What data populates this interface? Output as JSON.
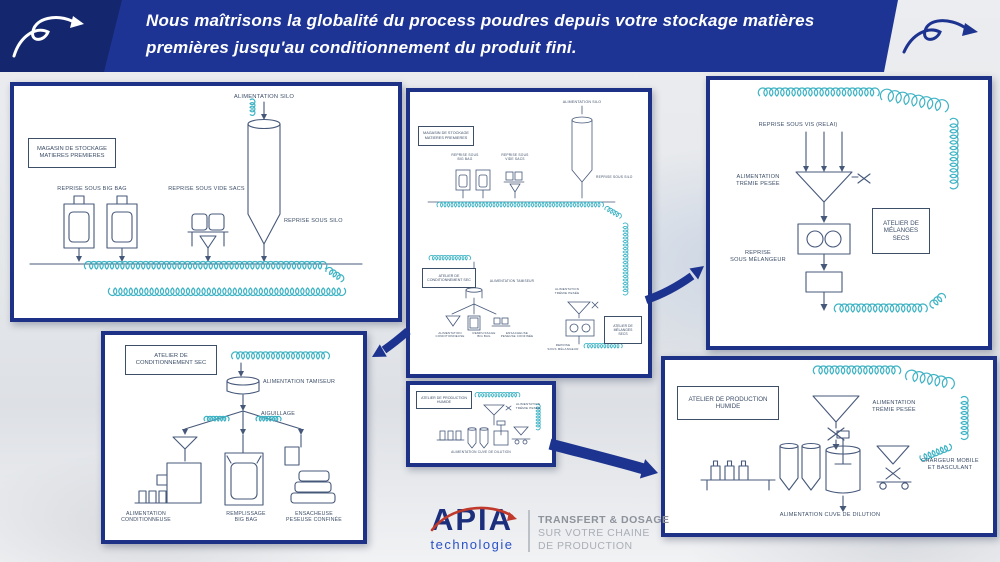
{
  "header": {
    "line1": "Nous maîtrisons la globalité du process poudres depuis votre stockage matières",
    "line2": "premières jusqu'au conditionnement du produit fini."
  },
  "panels": {
    "storage": {
      "title": "MAGASIN DE STOCKAGE\nMATIERES PREMIERES",
      "alimentation_silo": "ALIMENTATION SILO",
      "reprise_big_bag": "REPRISE SOUS BIG BAG",
      "reprise_vide_sacs": "REPRISE SOUS VIDE SACS",
      "reprise_silo": "REPRISE SOUS SILO"
    },
    "overview": {
      "storage_title": "MAGASIN DE STOCKAGE\nMATIERES PREMIERES",
      "alimentation_silo": "ALIMENTATION SILO",
      "reprise_big_bag": "REPRISE SOUS\nBIG BAG",
      "reprise_vide_sacs": "REPRISE SOUS\nVIDE SACS",
      "reprise_silo": "REPRISE SOUS SILO",
      "atelier_conditionnement": "ATELIER DE\nCONDITIONNEMENT SEC",
      "alimentation_tamiseur": "ALIMENTATION TAMISEUR",
      "alimentation_conditionneuse": "ALIMENTATION\nCONDITIONNEUSE",
      "remplissage_big_bag": "REMPLISSAGE\nBIG BAG",
      "ensacheuse": "ENSACHEUSE\nPESEUSE CONFINÉE",
      "alimentation_tremie": "ALIMENTATION\nTRÉMIE PESÉE",
      "atelier_melanges": "ATELIER DE\nMÉLANGES\nSECS",
      "reprise_melangeur": "REPRISE\nSOUS MÉLANGEUR"
    },
    "melanges": {
      "reprise_vis": "REPRISE SOUS VIS (RELAI)",
      "alimentation_tremie": "ALIMENTATION\nTRÉMIE PESÉE",
      "title": "ATELIER DE\nMÉLANGES\nSECS",
      "reprise_melangeur": "REPRISE\nSOUS MÉLANGEUR"
    },
    "conditionnement": {
      "title": "ATELIER DE\nCONDITIONNEMENT SEC",
      "alimentation_tamiseur": "ALIMENTATION TAMISEUR",
      "aiguillage": "AIGUILLAGE",
      "alimentation_conditionneuse": "ALIMENTATION\nCONDITIONNEUSE",
      "remplissage_big_bag": "REMPLISSAGE\nBIG BAG",
      "ensacheuse": "ENSACHEUSE\nPESEUSE CONFINÉE"
    },
    "humide_mini": {
      "title": "ATELIER DE PRODUCTION\nHUMIDE",
      "alimentation_tremie": "ALIMENTATION\nTRÉMIE PESÉE",
      "alimentation_cuve": "ALIMENTATION CUVE DE DILUTION"
    },
    "humide": {
      "title": "ATELIER DE PRODUCTION\nHUMIDE",
      "alimentation_tremie": "ALIMENTATION\nTRÉMIE PESÉE",
      "chargeur": "CHARGEUR MOBILE\nET BASCULANT",
      "alimentation_cuve": "ALIMENTATION CUVE DE DILUTION"
    }
  },
  "footer": {
    "brand": "APIA",
    "brand_sub": "technologie",
    "tagline1": "TRANSFERT & DOSAGE",
    "tagline2": "SUR VOTRE CHAINE",
    "tagline3": "DE PRODUCTION"
  },
  "colors": {
    "navy": "#1d3186",
    "teal": "#3eb3c4",
    "sketch": "#46587a",
    "red": "#c0392b"
  }
}
